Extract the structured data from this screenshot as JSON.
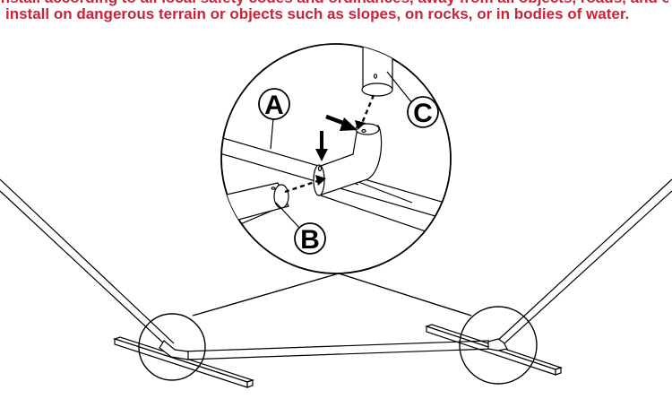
{
  "warning": {
    "line1": "Install according to all local safety codes and ordinances, away from all objects, roads, and obstructions.",
    "line2": "install on dangerous terrain or objects such as slopes, on rocks, or in bodies of water.",
    "color": "#c8243a"
  },
  "callouts": {
    "a": "A",
    "b": "B",
    "c": "C"
  },
  "colors": {
    "line": "#000000",
    "background": "#ffffff"
  }
}
